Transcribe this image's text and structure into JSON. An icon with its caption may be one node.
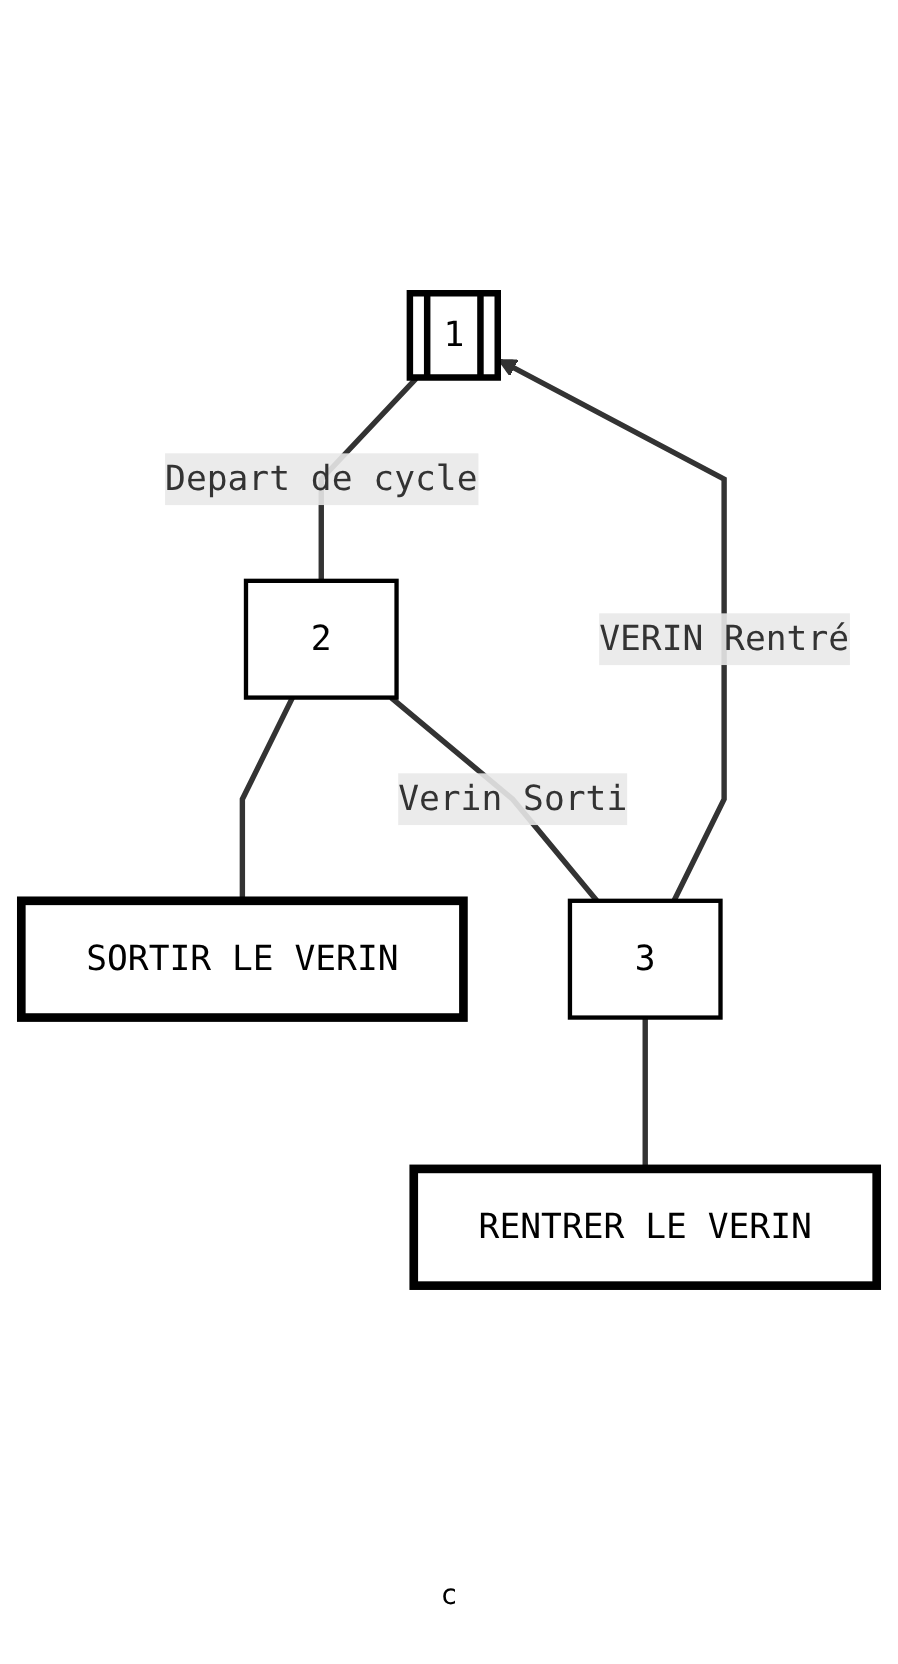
{
  "diagram": {
    "nodes": [
      {
        "text": [
          "1"
        ]
      },
      {
        "text": [
          "2"
        ]
      },
      {
        "text": [
          "SORTIR LE VERIN"
        ]
      },
      {
        "text": [
          "3"
        ]
      },
      {
        "text": [
          "RENTRER LE VERIN"
        ]
      }
    ],
    "edges": [
      {
        "from": 0,
        "to": 1,
        "arrow": "none",
        "label": "Depart de cycle"
      },
      {
        "from": 1,
        "to": 2,
        "arrow": "none"
      },
      {
        "from": 1,
        "to": 3,
        "arrow": "none",
        "label": "Verin Sorti"
      },
      {
        "from": 3,
        "to": 4,
        "arrow": "none"
      },
      {
        "from": 3,
        "to": 0,
        "arrow": "to",
        "label": "VERIN Rentré"
      }
    ],
    "labels": [
      "c"
    ]
  }
}
